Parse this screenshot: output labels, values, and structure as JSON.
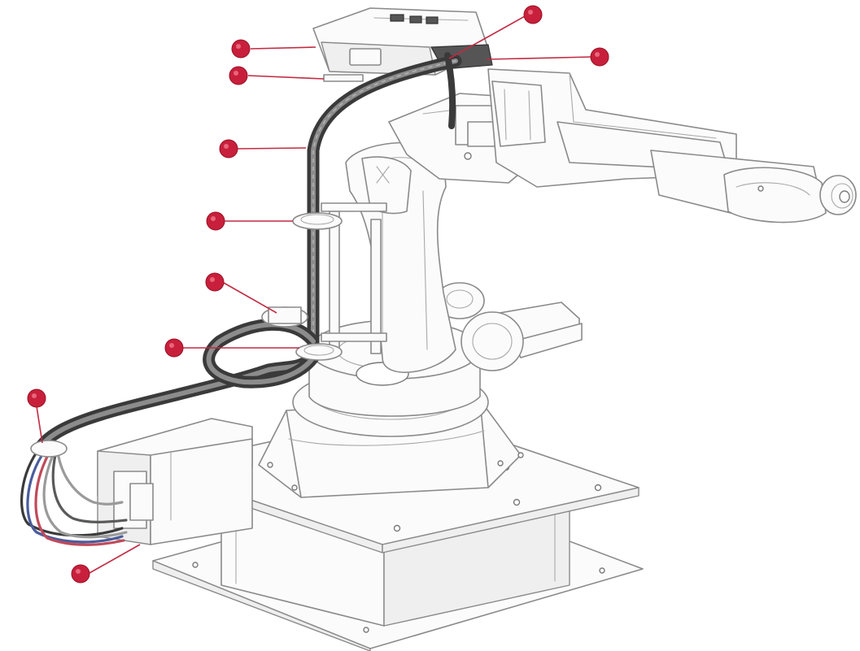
{
  "colors": {
    "line": "#8a8a8a",
    "cable": "#3a3a3a",
    "callout": "#c8203c",
    "wire_blue": "#4a5c9c",
    "wire_red": "#c04a5a",
    "wire_gray": "#9a9a9a"
  },
  "callouts": [
    {
      "id": "callout-top-left-1"
    },
    {
      "id": "callout-top-left-2"
    },
    {
      "id": "callout-top-right-1"
    },
    {
      "id": "callout-top-right-2"
    },
    {
      "id": "callout-upper-cable"
    },
    {
      "id": "callout-cable-clamp-upper"
    },
    {
      "id": "callout-cable-loop"
    },
    {
      "id": "callout-cable-clamp-lower"
    },
    {
      "id": "callout-cable-entry"
    },
    {
      "id": "callout-connector-block"
    }
  ]
}
